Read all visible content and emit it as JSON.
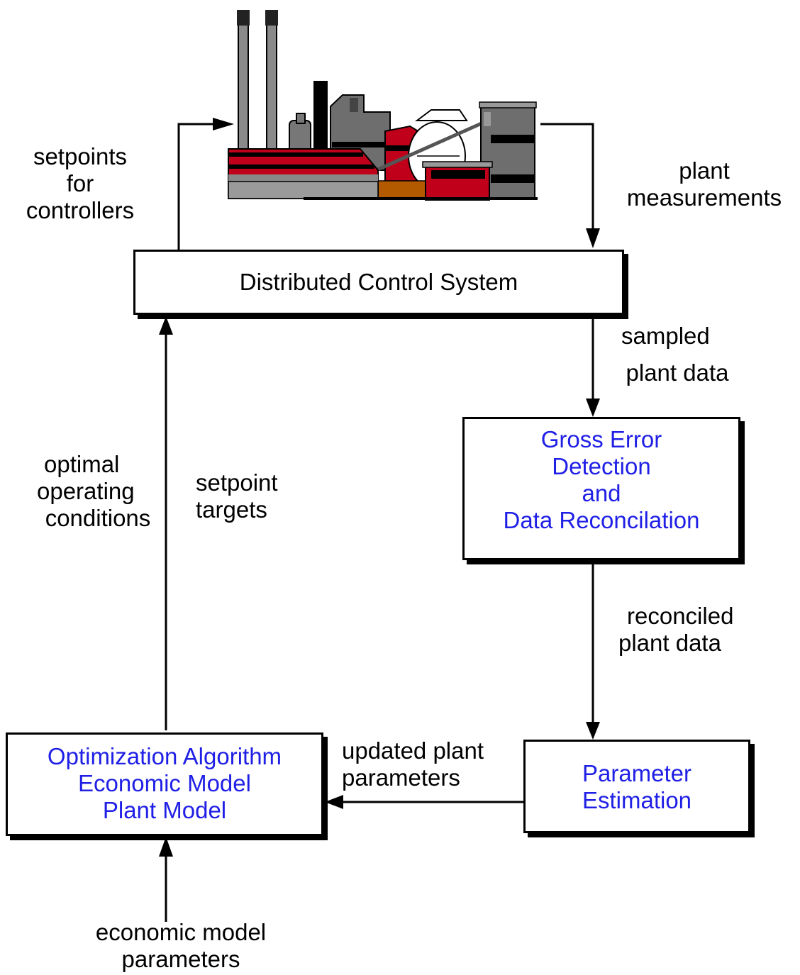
{
  "boxes": {
    "dcs": "Distributed Control System",
    "gross_error": [
      "Gross  Error",
      "Detection",
      "and",
      "Data Reconcilation"
    ],
    "param_est": [
      "Parameter",
      "Estimation"
    ],
    "optimization": [
      "Optimization Algorithm",
      "Economic Model",
      "Plant Model"
    ]
  },
  "labels": {
    "setpoints_for_controllers": [
      "setpoints",
      "for",
      "controllers"
    ],
    "plant_measurements": [
      "plant",
      "measurements"
    ],
    "sampled_plant_data": [
      "sampled",
      "plant data"
    ],
    "optimal_operating_conditions": [
      "optimal",
      "operating",
      "conditions"
    ],
    "setpoint_targets": [
      "setpoint",
      "targets"
    ],
    "reconciled_plant_data": [
      "reconciled",
      "plant data"
    ],
    "updated_plant_parameters": [
      "updated plant",
      "parameters"
    ],
    "economic_model_parameters": [
      "economic model",
      "parameters"
    ]
  },
  "colors": {
    "module_text": "#1f1fe6",
    "plant_red": "#c0001a",
    "plant_gray": "#6e6e6e",
    "plant_brown": "#b35a00"
  }
}
